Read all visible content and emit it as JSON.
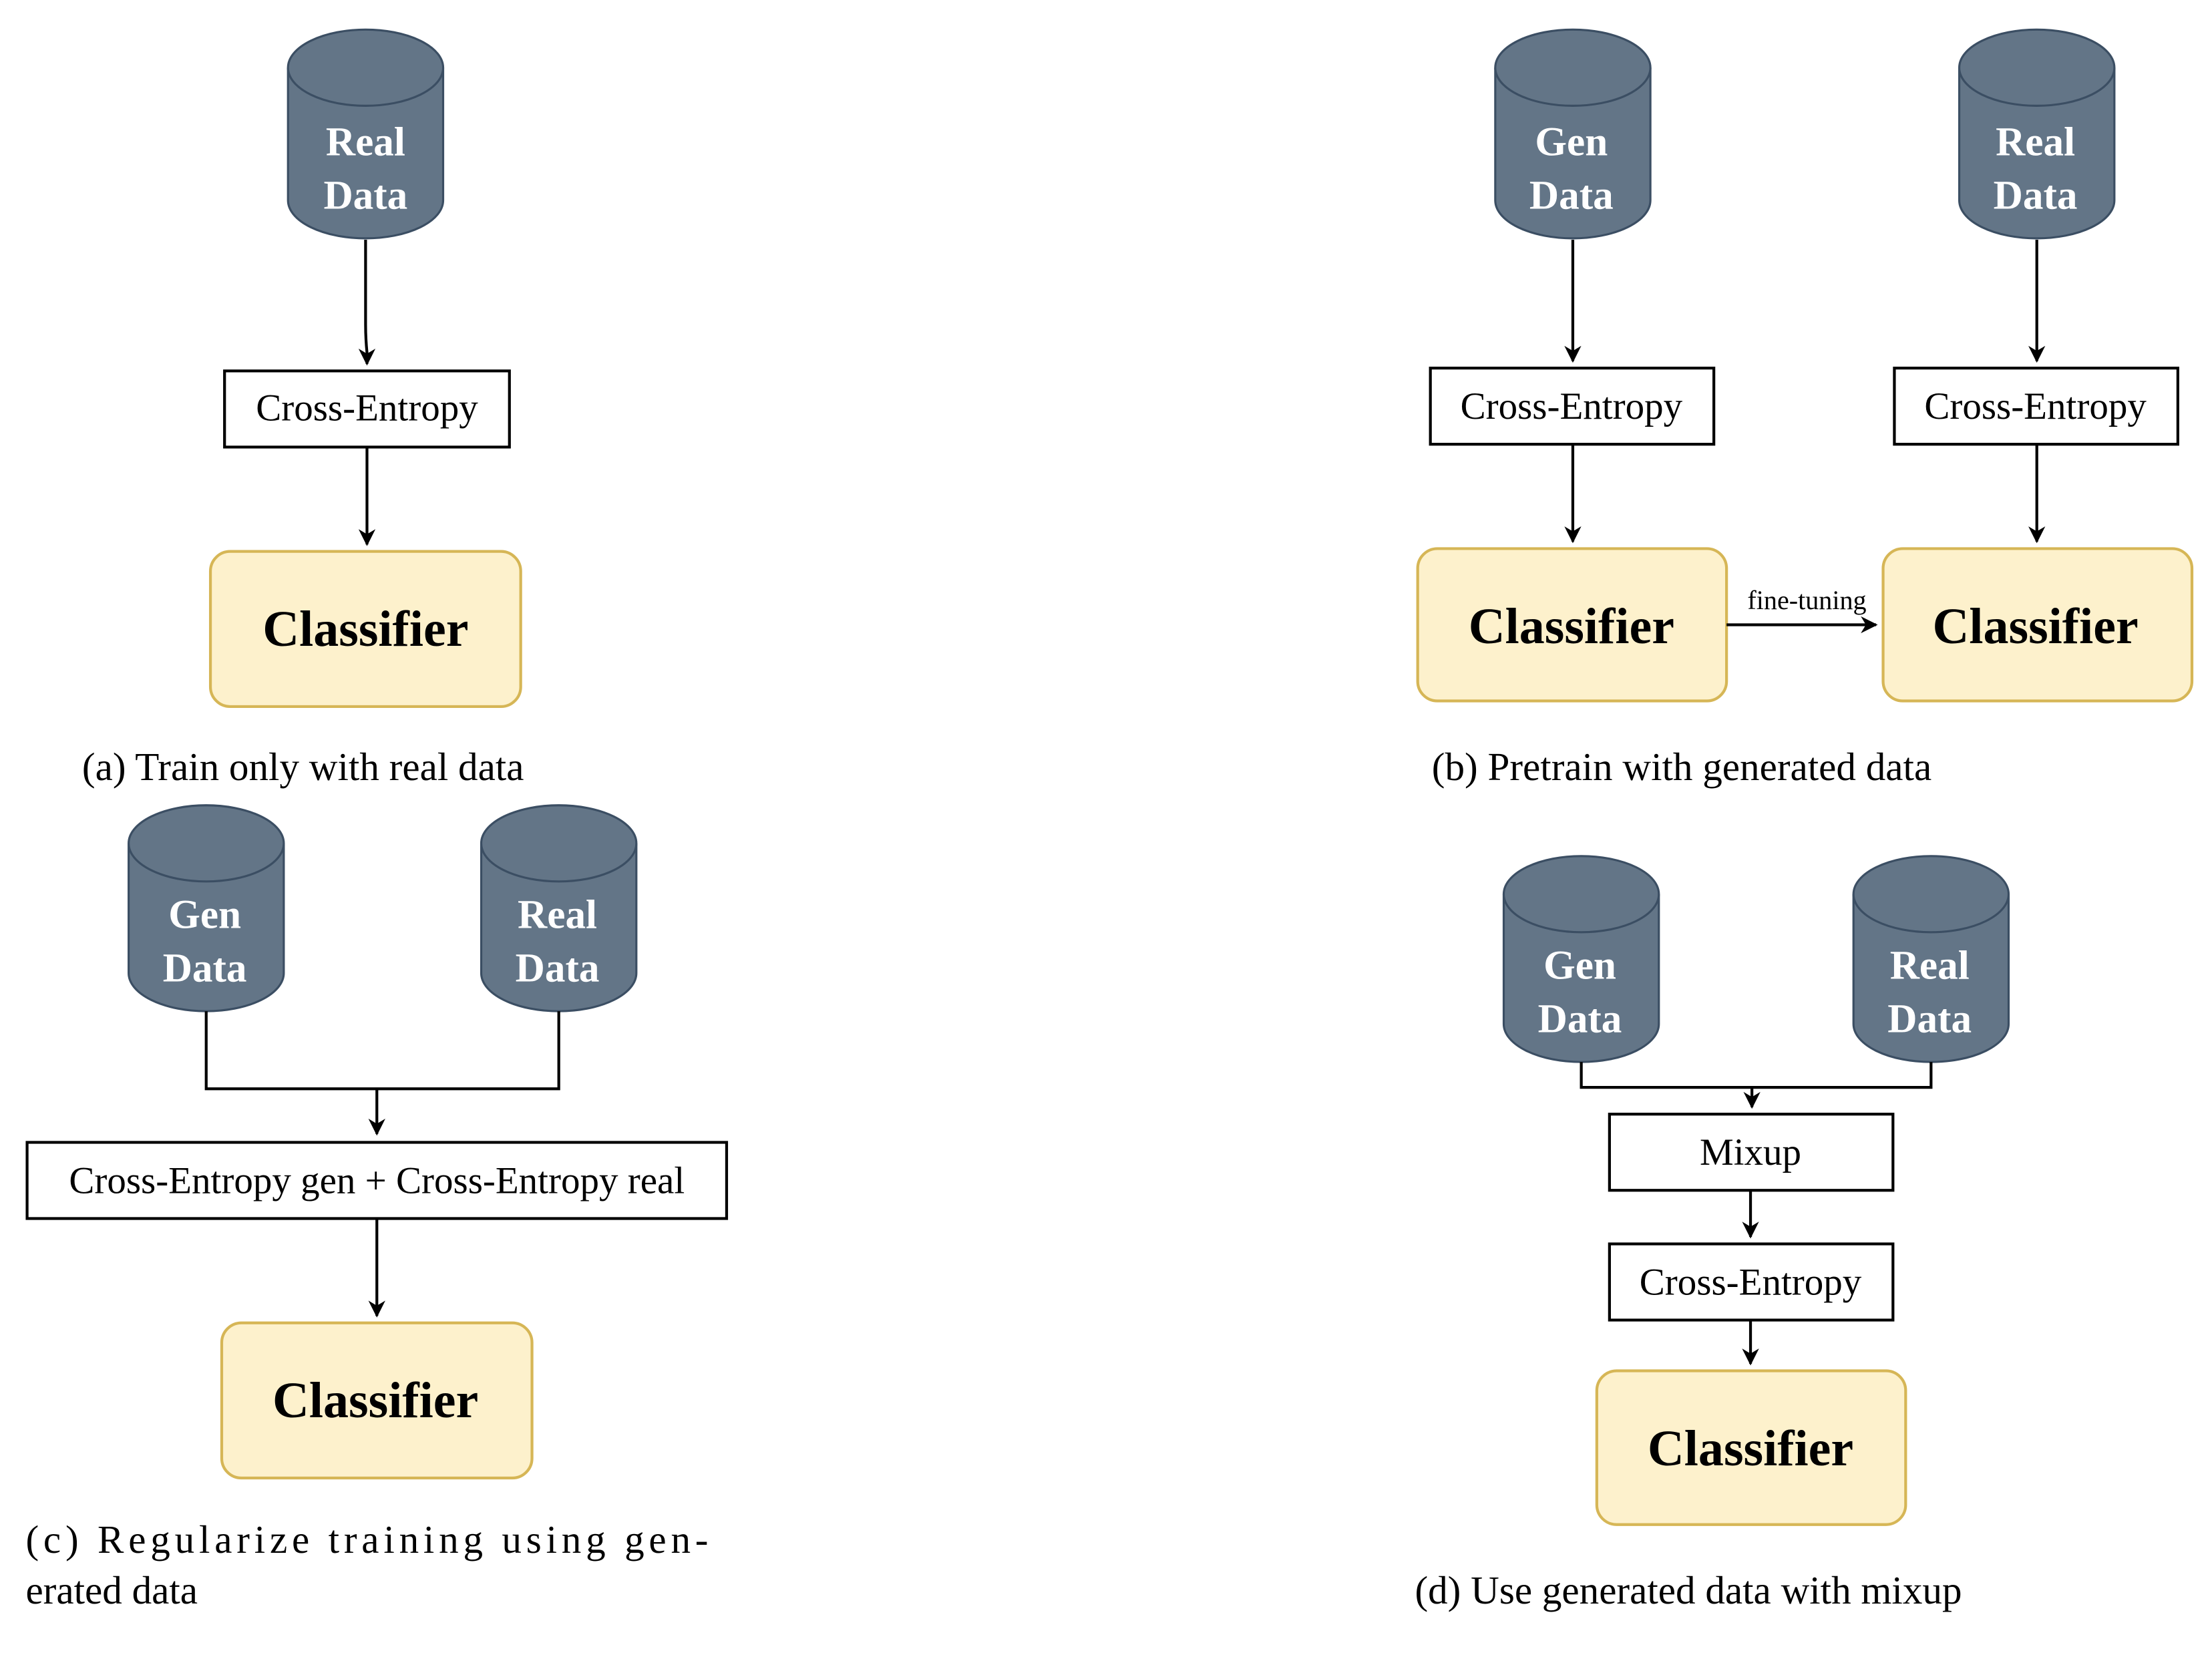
{
  "colors": {
    "cylinder_fill": "#637587",
    "cylinder_stroke": "#3b4e63",
    "cylinder_text": "#ffffff",
    "classifier_fill": "#fdf1cc",
    "classifier_stroke": "#d6b656",
    "box_stroke": "#000000",
    "text": "#000000"
  },
  "panels": {
    "a": {
      "caption": "(a) Train only with real data",
      "db_real": [
        "Real",
        "Data"
      ],
      "loss": "Cross-Entropy",
      "classifier": "Classifier"
    },
    "b": {
      "caption": "(b) Pretrain with generated data",
      "db_gen": [
        "Gen",
        "Data"
      ],
      "db_real": [
        "Real",
        "Data"
      ],
      "loss_gen": "Cross-Entropy",
      "loss_real": "Cross-Entropy",
      "classifier_pre": "Classifier",
      "classifier_ft": "Classifier",
      "edge_label": "fine-tuning"
    },
    "c": {
      "caption_line1": "(c) Regularize training using gen-",
      "caption_line2": "erated data",
      "db_gen": [
        "Gen",
        "Data"
      ],
      "db_real": [
        "Real",
        "Data"
      ],
      "loss": "Cross-Entropy gen + Cross-Entropy real",
      "classifier": "Classifier"
    },
    "d": {
      "caption": "(d) Use generated data with mixup",
      "db_gen": [
        "Gen",
        "Data"
      ],
      "db_real": [
        "Real",
        "Data"
      ],
      "mixup": "Mixup",
      "loss": "Cross-Entropy",
      "classifier": "Classifier"
    }
  }
}
